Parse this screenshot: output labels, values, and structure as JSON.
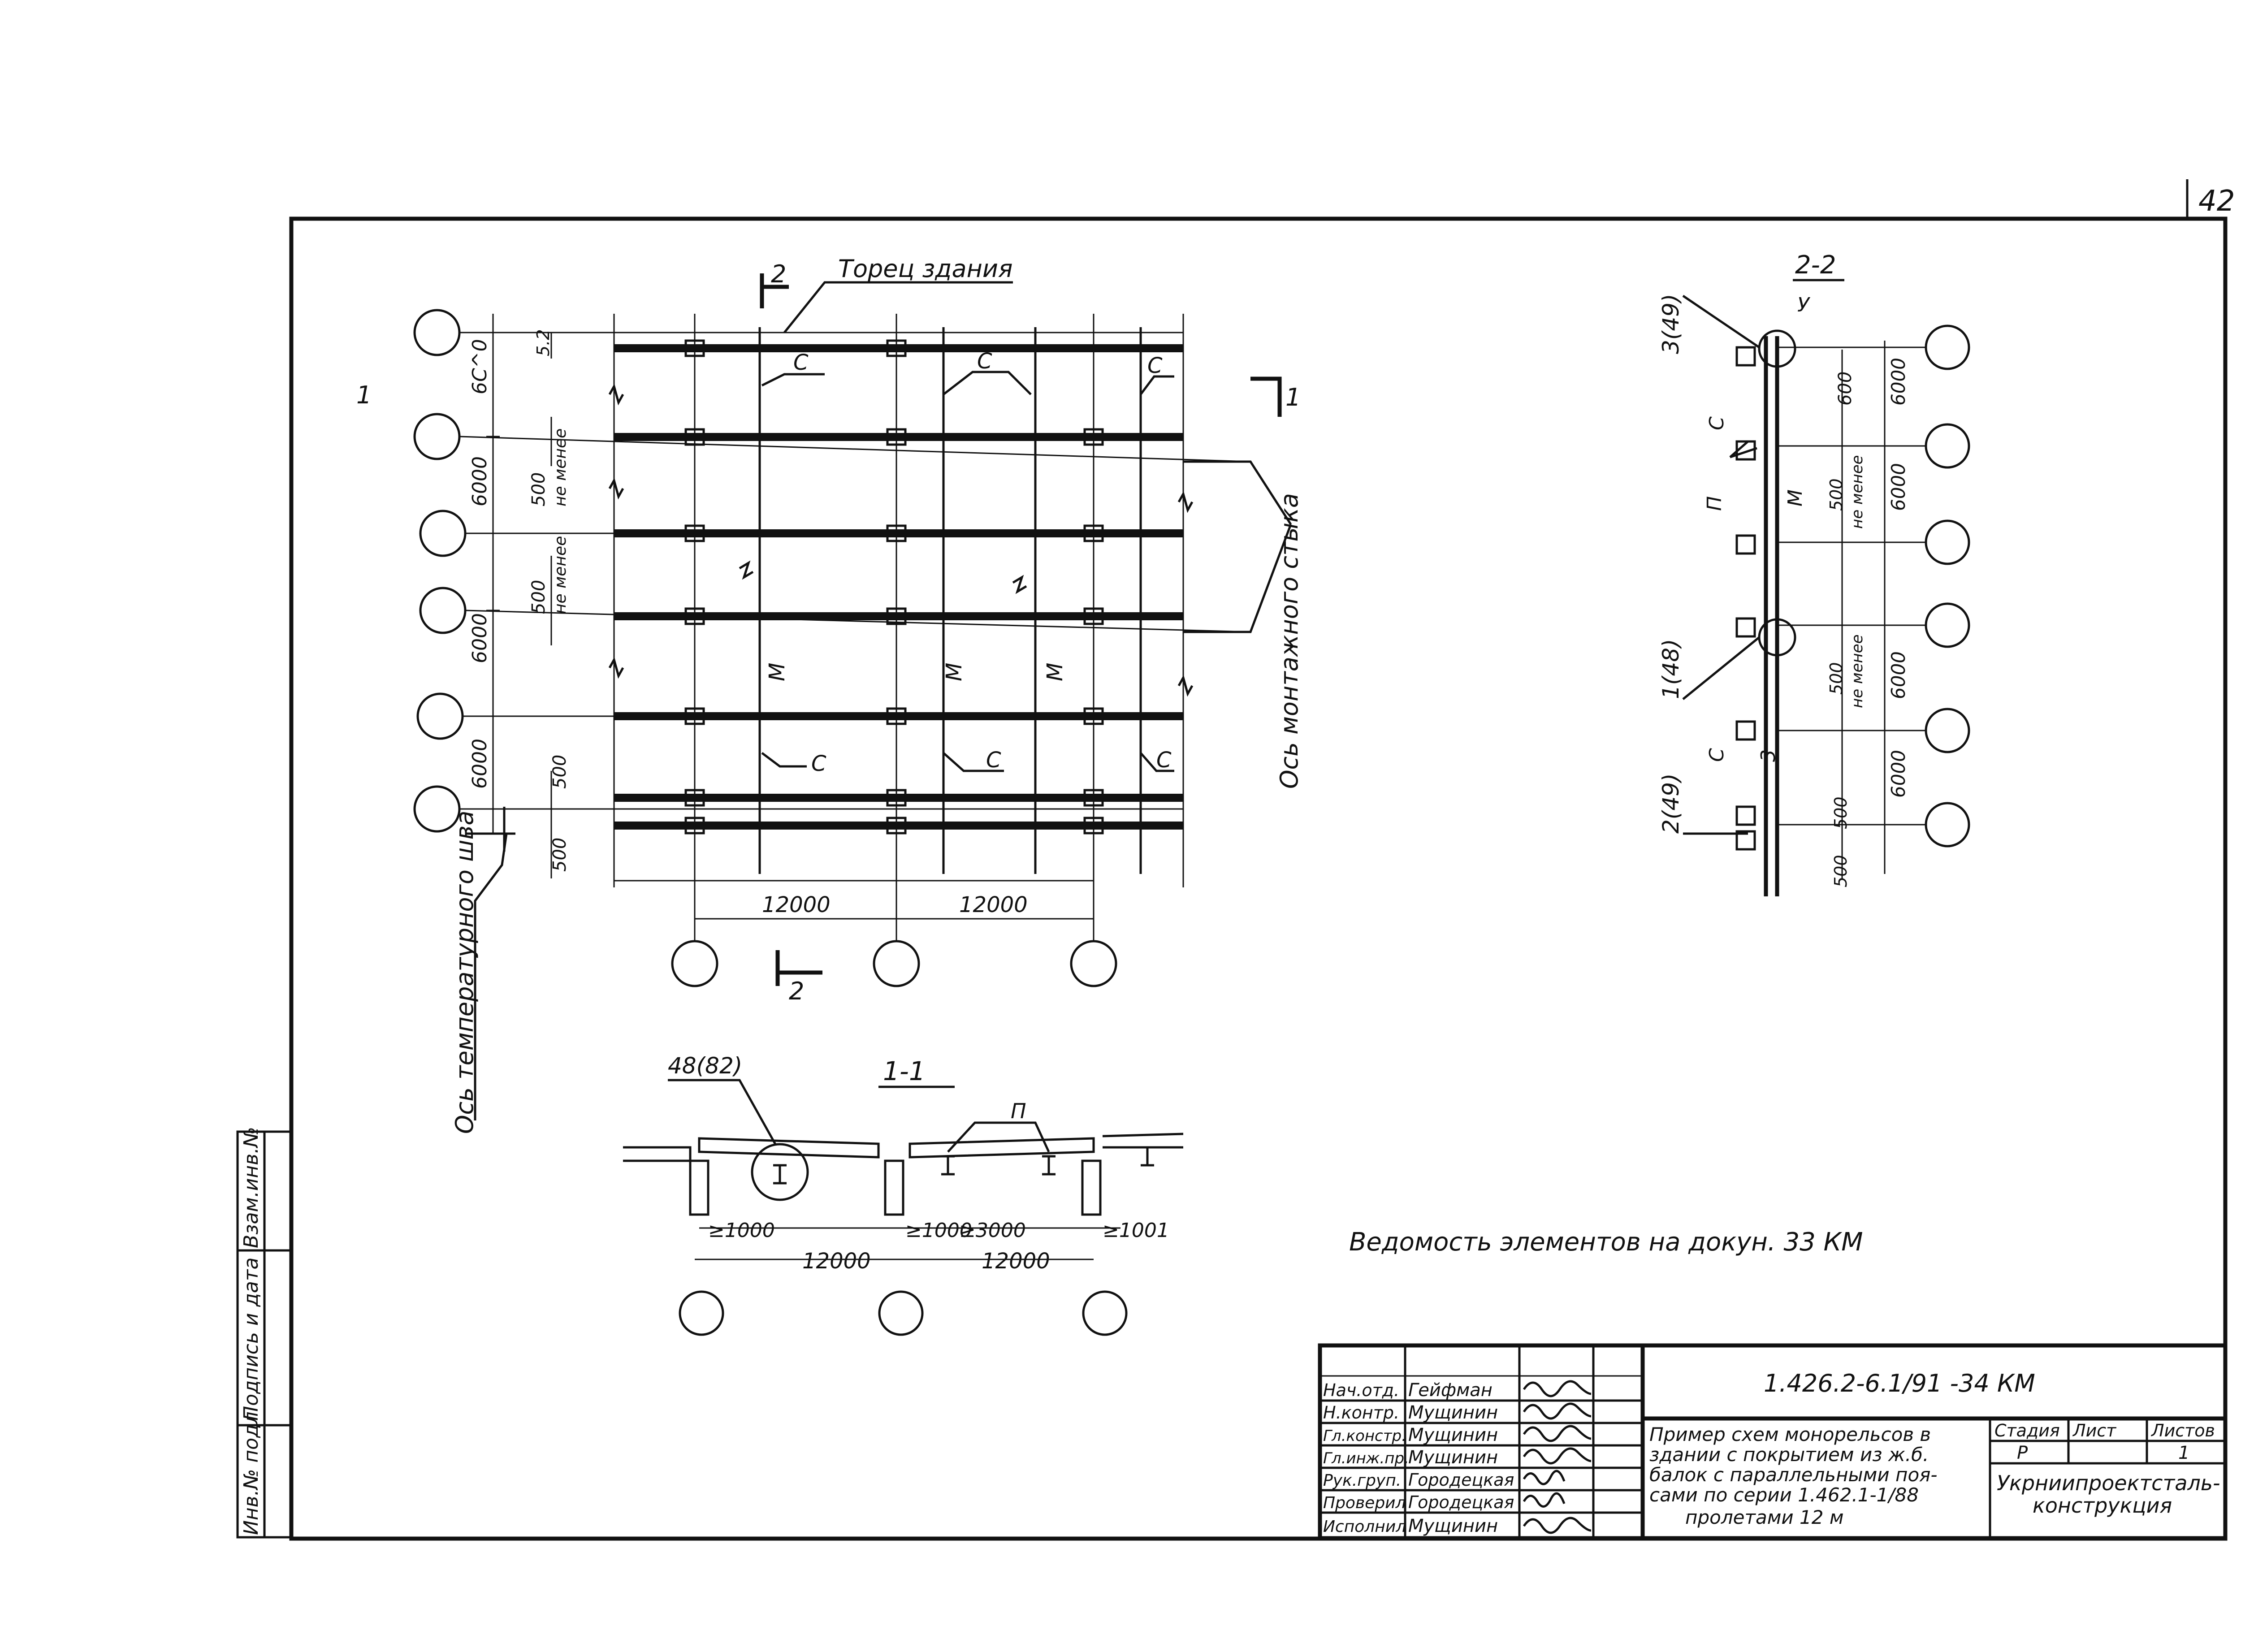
{
  "sheet_number": "42",
  "plan": {
    "label_section_mark_top": "2",
    "label_section_mark_bottom": "2",
    "label_section_mark_right": "1",
    "label_section_mark_left": "1",
    "label_end_of_building": "Торец здания",
    "label_c": "C",
    "label_m": "M",
    "label_temp_joint_axis": "Ось температурного шва",
    "label_assembly_joint_axis": "Ось монтажного стыка",
    "dim_600_top": "6С^0",
    "dim_small_top": "5.2",
    "dim_6000_a": "6000",
    "dim_6000_b": "6000",
    "dim_6000_c": "6000",
    "dim_500_a": "500",
    "dim_500_b": "500",
    "dim_500_c": "500",
    "dim_500_d": "500",
    "dim_not_less": "не менее",
    "dim_12000_a": "12000",
    "dim_12000_b": "12000"
  },
  "section_11": {
    "title": "1-1",
    "detail_ref": "48(82)",
    "label_p": "П",
    "dim_ge_1000_a": "≥1000",
    "dim_ge_1000_b": "≥1000",
    "dim_ge_3000": "≥3000",
    "dim_ge_1000_c": "≥1001",
    "dim_12000_a": "12000",
    "dim_12000_b": "12000"
  },
  "section_22": {
    "title": "2-2",
    "ref_a": "3(49)",
    "ref_b": "1(48)",
    "ref_c": "2(49)",
    "label_u": "У",
    "label_c": "C",
    "label_p": "П",
    "label_m": "М",
    "label_3": "3",
    "dim_600": "600",
    "dim_6000_a": "6000",
    "dim_6000_b": "6000",
    "dim_6000_c": "6000",
    "dim_6000_d": "6000",
    "dim_500_a": "500",
    "dim_500_b": "500",
    "dim_500_c": "500",
    "dim_500_d": "500",
    "dim_not_less": "не менее"
  },
  "note": "Ведомость элементов на докун. 33 КМ",
  "side_stamp": {
    "col_1": "Инв.№ подл",
    "col_2": "Подпись и дата",
    "col_3": "Взам.инв.№"
  },
  "title_block": {
    "doc_code": "1.426.2-6.1/91  -34 КМ",
    "title": "Пример схем монорельсов в здании с покрытием из ж.б. балок с параллельными поясами по серии 1.462.1-1/88 пролетами 12 м",
    "title_lines": [
      "Пример схем монорельсов в",
      "здании с покрытием из ж.б.",
      "балок с параллельными поя-",
      "сами по серии 1.462.1-1/88",
      "пролетами 12 м"
    ],
    "stage_header": "Стадия",
    "sheet_header": "Лист",
    "sheets_header": "Листов",
    "stage_value": "Р",
    "sheet_value": "",
    "sheets_value": "1",
    "org_lines": [
      "Укрниипроектсталь-",
      "конструкция"
    ],
    "roles": [
      {
        "role": "Нач.отд.",
        "name": "Гейфман"
      },
      {
        "role": "Н.контр.",
        "name": "Мущинин"
      },
      {
        "role": "Гл.констр.",
        "name": "Мущинин"
      },
      {
        "role": "Гл.инж.пр.",
        "name": "Мущинин"
      },
      {
        "role": "Рук.груп.",
        "name": "Городецкая"
      },
      {
        "role": "Проверил",
        "name": "Городецкая"
      },
      {
        "role": "Исполнил",
        "name": "Мущинин"
      }
    ]
  }
}
